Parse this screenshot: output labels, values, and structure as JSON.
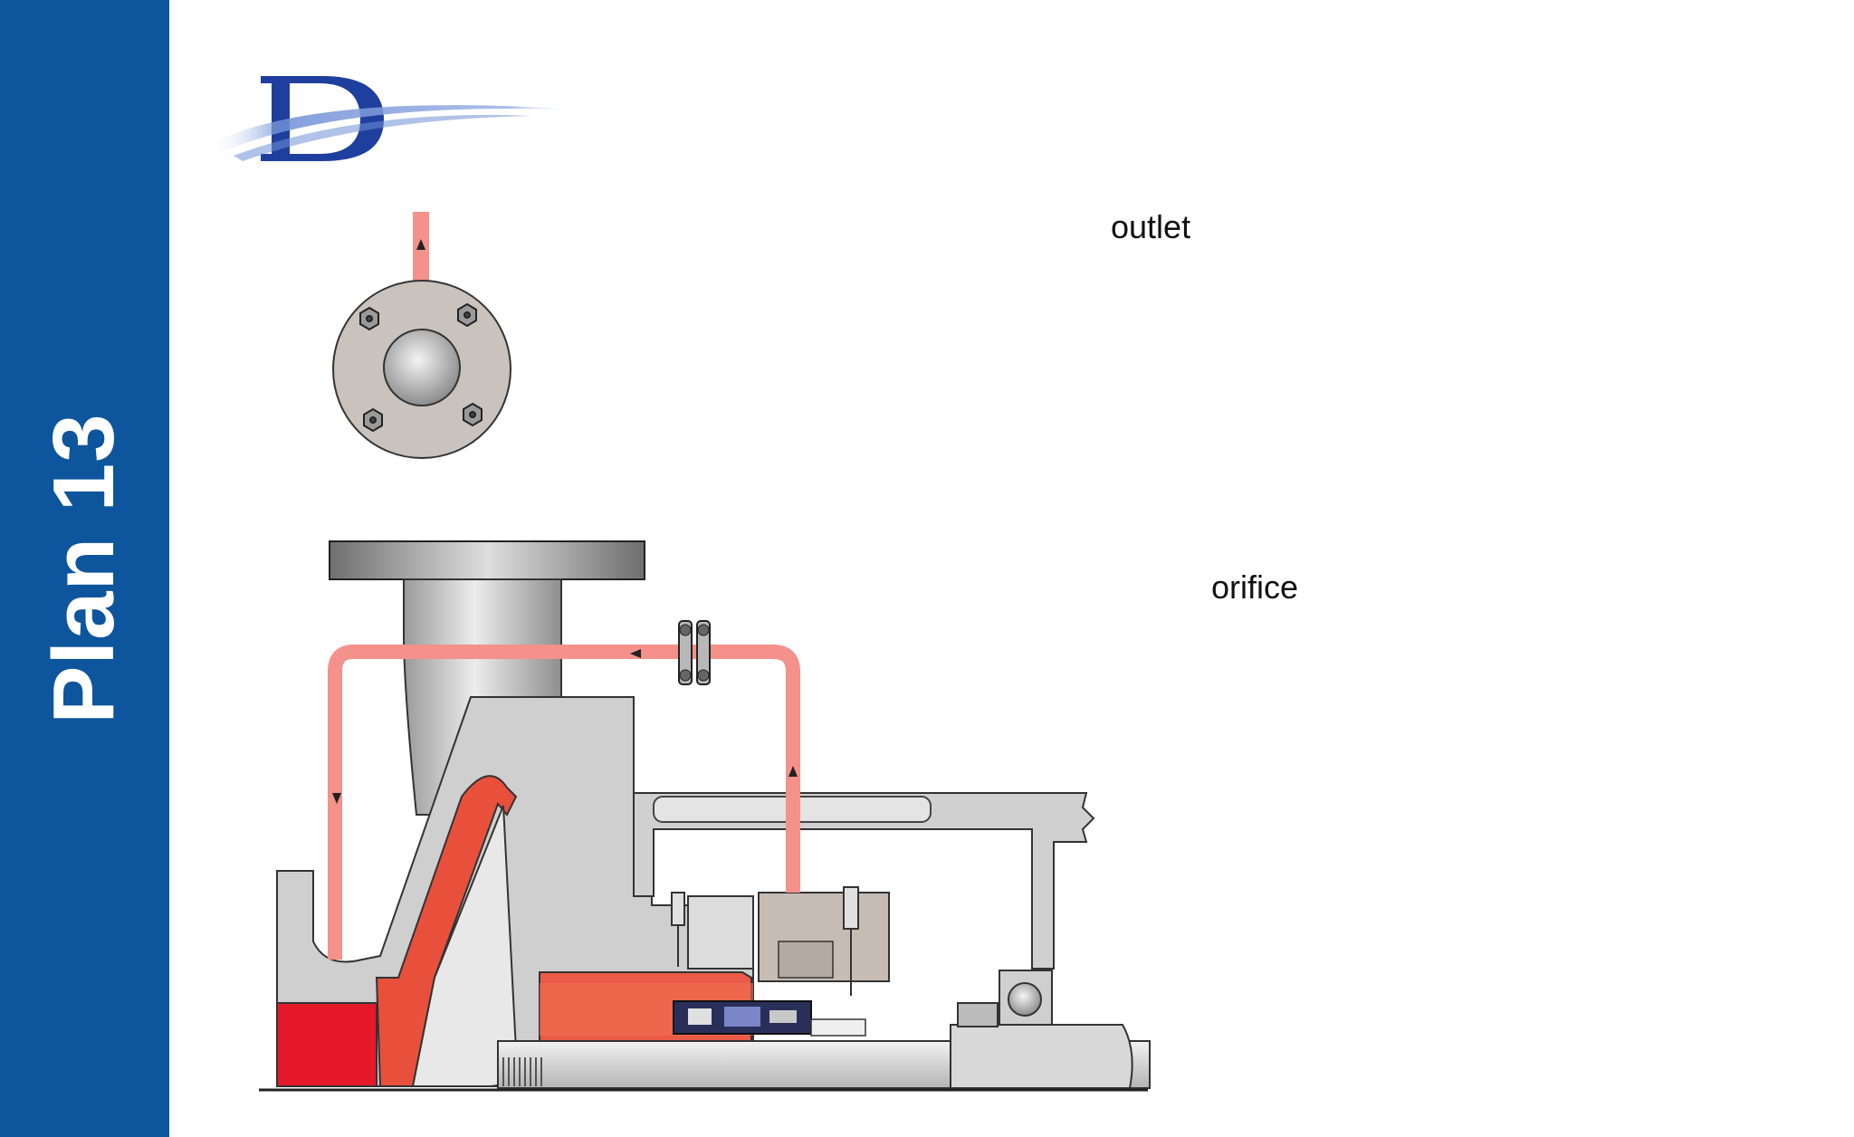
{
  "slide": {
    "title": "Plan 13",
    "labels": {
      "outlet": "outlet",
      "orifice": "orifice"
    },
    "logo": {
      "letter": "D",
      "icon": "company-logo-d-swoosh"
    },
    "colors": {
      "sidebar": "#0d559c",
      "flush_line": "#f4918a",
      "process_fluid": "#e83a2a",
      "metal": "#c8c8c8",
      "logo_blue": "#1f3f9e"
    }
  }
}
